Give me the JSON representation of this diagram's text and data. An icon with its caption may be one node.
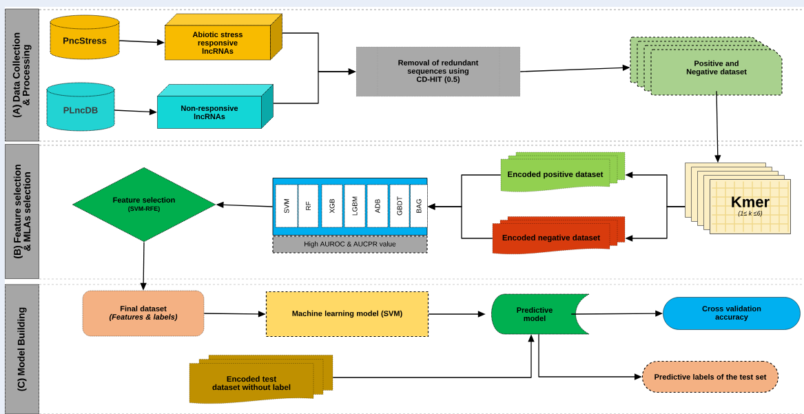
{
  "diagram": {
    "nodes": [
      {
        "text": [
          "(A) Data Collection & Processing"
        ]
      },
      {
        "text": [
          "PncStress"
        ]
      },
      {
        "text": [
          "Abiotic stress responsive lncRNAs"
        ]
      },
      {
        "text": [
          "PLncDB"
        ]
      },
      {
        "text": [
          "Non-responsive lncRNAs"
        ]
      },
      {
        "text": [
          "Removal of redundant sequences using CD-HIT (0.5)"
        ]
      },
      {
        "text": [
          "Positive and Negative dataset"
        ]
      },
      {
        "text": [
          "(B) Feature selection & MLAs selection"
        ]
      },
      {
        "text": [
          "Feature selection",
          "(SVM-RFE)"
        ]
      },
      {
        "text": [],
        "shape": "box"
      },
      {
        "text": [
          "SVM"
        ],
        "in": 9
      },
      {
        "text": [
          "RF"
        ],
        "in": 9
      },
      {
        "text": [
          "XGB"
        ],
        "in": 9
      },
      {
        "text": [
          "LGBM"
        ],
        "in": 9
      },
      {
        "text": [
          "ADB"
        ],
        "in": 9
      },
      {
        "text": [
          "GBDT"
        ],
        "in": 9
      },
      {
        "text": [
          "BAG"
        ],
        "in": 9
      },
      {
        "text": [
          "High AUROC & AUCPR value"
        ]
      },
      {
        "text": [
          "Encoded positive dataset"
        ]
      },
      {
        "text": [
          "Encoded negative dataset"
        ]
      },
      {
        "text": [
          "Kmer",
          "(1≤ k ≤6)"
        ]
      },
      {
        "text": [
          "(C) Model Building"
        ]
      },
      {
        "text": [
          "Final dataset",
          "(Features & labels)"
        ]
      },
      {
        "text": [
          "Machine learning model (SVM)"
        ]
      },
      {
        "text": [
          "Predictive model"
        ]
      },
      {
        "text": [
          "Cross validation accuracy"
        ]
      },
      {
        "text": [
          "Encoded test dataset without label"
        ]
      },
      {
        "text": [
          "Predictive labels of the test set"
        ]
      }
    ],
    "edges": [
      {
        "from": 1,
        "to": 2,
        "arrow": "to"
      },
      {
        "from": 3,
        "to": 4,
        "arrow": "to"
      },
      {
        "from": 2,
        "to": 5,
        "arrow": "to"
      },
      {
        "from": 4,
        "to": 5,
        "arrow": "to"
      },
      {
        "from": 5,
        "to": 6,
        "arrow": "to"
      },
      {
        "from": 6,
        "to": 20,
        "arrow": "to"
      },
      {
        "from": 20,
        "to": 18,
        "arrow": "to"
      },
      {
        "from": 20,
        "to": 19,
        "arrow": "to"
      },
      {
        "from": 18,
        "to": 9,
        "arrow": "to"
      },
      {
        "from": 19,
        "to": 9,
        "arrow": "to"
      },
      {
        "from": 9,
        "to": 8,
        "arrow": "to"
      },
      {
        "from": 8,
        "to": 22,
        "arrow": "to"
      },
      {
        "from": 22,
        "to": 23,
        "arrow": "to"
      },
      {
        "from": 23,
        "to": 24,
        "arrow": "to"
      },
      {
        "from": 24,
        "to": 25,
        "arrow": "to"
      },
      {
        "from": 26,
        "to": 24,
        "arrow": "to"
      },
      {
        "from": 24,
        "to": 27,
        "arrow": "to"
      }
    ]
  }
}
